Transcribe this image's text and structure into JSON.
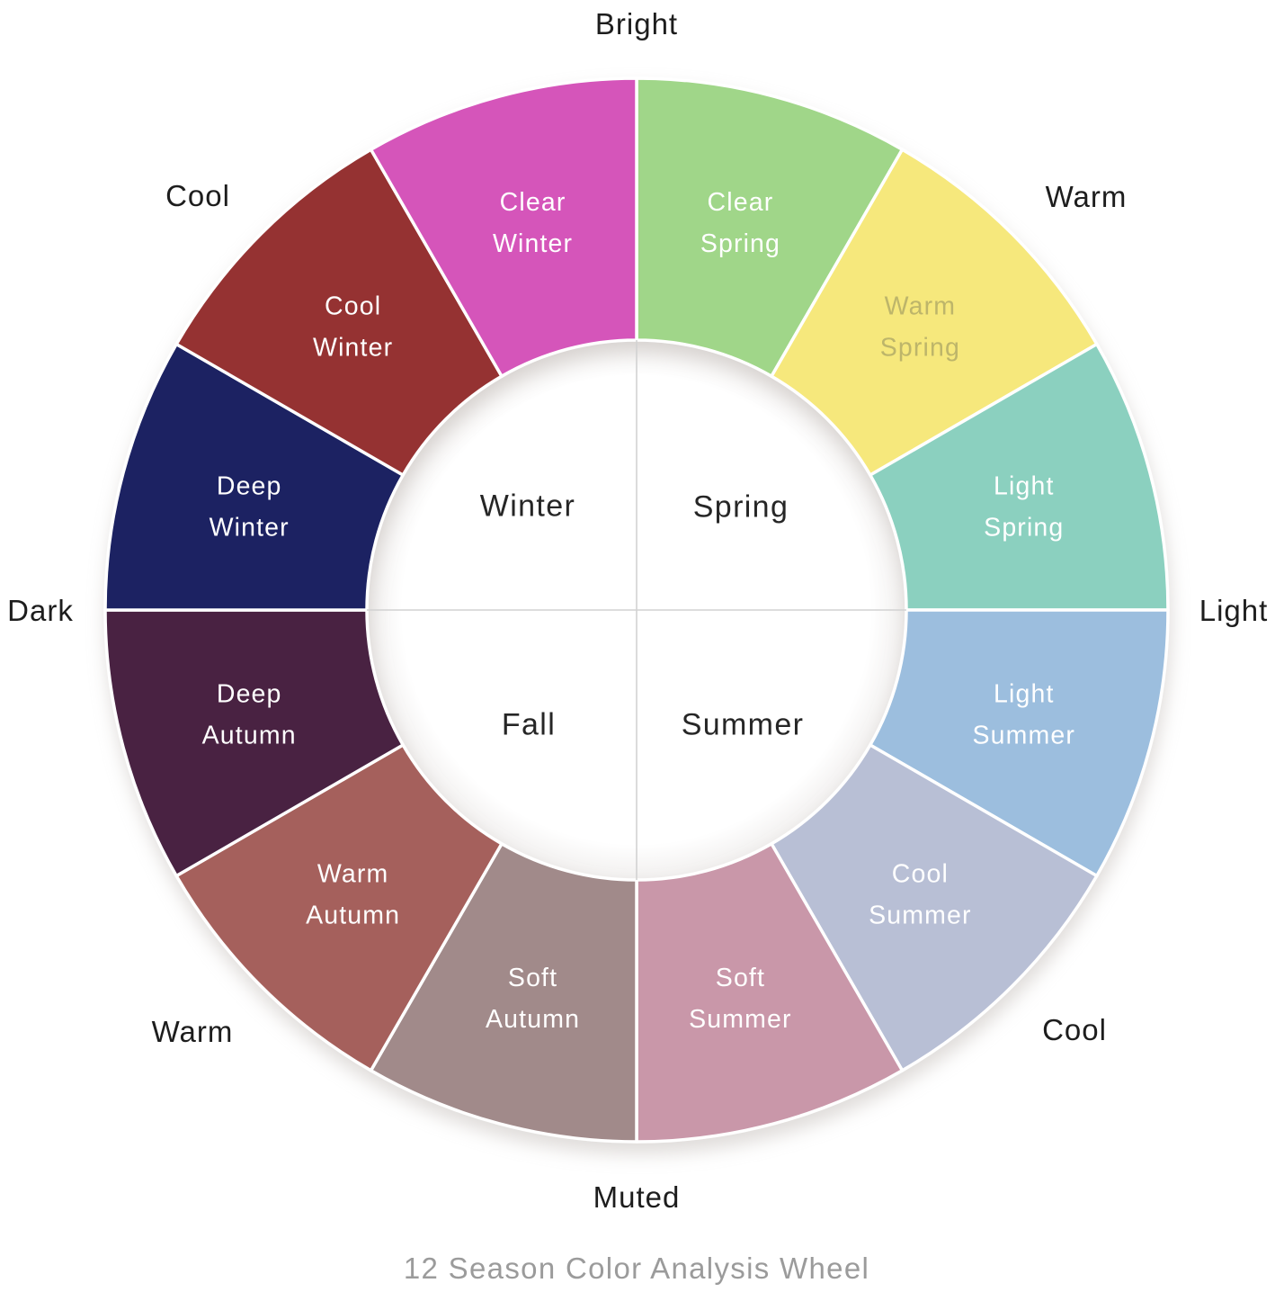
{
  "caption": "12 Season Color Analysis Wheel",
  "wheel": {
    "type": "donut-season-wheel",
    "background": "#ffffff",
    "divider_color": "#ffffff",
    "crossline_color": "#d2d2d2",
    "quadrants": [
      {
        "name": "winter",
        "label": "Winter"
      },
      {
        "name": "spring",
        "label": "Spring"
      },
      {
        "name": "fall",
        "label": "Fall"
      },
      {
        "name": "summer",
        "label": "Summer"
      }
    ],
    "axis_labels": [
      {
        "name": "bright",
        "label": "Bright",
        "position": "top"
      },
      {
        "name": "warm-top-right",
        "label": "Warm",
        "position": "top-right"
      },
      {
        "name": "light",
        "label": "Light",
        "position": "right"
      },
      {
        "name": "cool-bottom-right",
        "label": "Cool",
        "position": "bottom-right"
      },
      {
        "name": "muted",
        "label": "Muted",
        "position": "bottom"
      },
      {
        "name": "warm-bottom-left",
        "label": "Warm",
        "position": "bottom-left"
      },
      {
        "name": "dark",
        "label": "Dark",
        "position": "left"
      },
      {
        "name": "cool-top-left",
        "label": "Cool",
        "position": "top-left"
      }
    ],
    "segments": [
      {
        "name": "clear-spring",
        "line1": "Clear",
        "line2": "Spring",
        "color": "#a0d689",
        "text_color": "#ffffff"
      },
      {
        "name": "warm-spring",
        "line1": "Warm",
        "line2": "Spring",
        "color": "#f6e87c",
        "text_color": "#bdb56a"
      },
      {
        "name": "light-spring",
        "line1": "Light",
        "line2": "Spring",
        "color": "#8bd0bf",
        "text_color": "#ffffff"
      },
      {
        "name": "light-summer",
        "line1": "Light",
        "line2": "Summer",
        "color": "#9cbede",
        "text_color": "#ffffff"
      },
      {
        "name": "cool-summer",
        "line1": "Cool",
        "line2": "Summer",
        "color": "#b8bfd5",
        "text_color": "#ffffff"
      },
      {
        "name": "soft-summer",
        "line1": "Soft",
        "line2": "Summer",
        "color": "#c997a9",
        "text_color": "#ffffff"
      },
      {
        "name": "soft-autumn",
        "line1": "Soft",
        "line2": "Autumn",
        "color": "#a18a8a",
        "text_color": "#ffffff"
      },
      {
        "name": "warm-autumn",
        "line1": "Warm",
        "line2": "Autumn",
        "color": "#a5615b",
        "text_color": "#ffffff"
      },
      {
        "name": "deep-autumn",
        "line1": "Deep",
        "line2": "Autumn",
        "color": "#482242",
        "text_color": "#ffffff"
      },
      {
        "name": "deep-winter",
        "line1": "Deep",
        "line2": "Winter",
        "color": "#1b2162",
        "text_color": "#ffffff"
      },
      {
        "name": "cool-winter",
        "line1": "Cool",
        "line2": "Winter",
        "color": "#953231",
        "text_color": "#ffffff"
      },
      {
        "name": "clear-winter",
        "line1": "Clear",
        "line2": "Winter",
        "color": "#d554ba",
        "text_color": "#ffffff"
      }
    ]
  }
}
